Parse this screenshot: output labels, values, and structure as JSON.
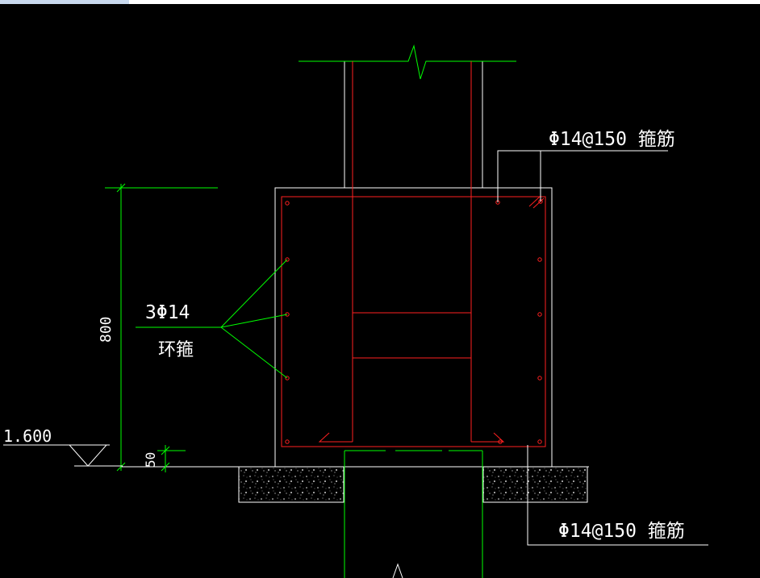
{
  "labels": {
    "top_stirrup": "Φ14@150 箍筋",
    "bottom_stirrup": "Φ14@150 箍筋",
    "ring_bar_qty": "3Φ14",
    "ring_bar_type": "环箍",
    "height_dim": "800",
    "small_dim": "50",
    "elevation": "1.600"
  },
  "colors": {
    "background": "#000000",
    "outline": "#ffffff",
    "rebar": "#ff2020",
    "leader": "#00ff00",
    "text": "#ffffff"
  }
}
